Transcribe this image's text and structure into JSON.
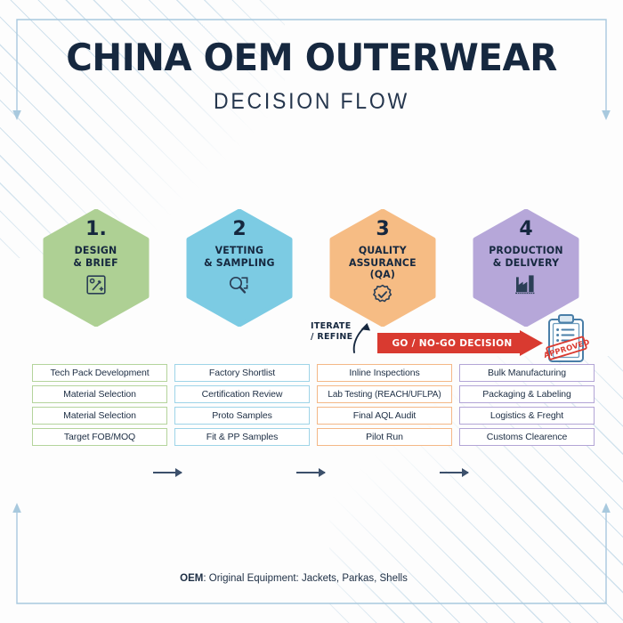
{
  "header": {
    "title": "CHINA OEM OUTERWEAR",
    "subtitle": "DECISION FLOW"
  },
  "colors": {
    "navy": "#16283f",
    "green": "#aed094",
    "blue": "#7ccbe3",
    "orange": "#f6bc84",
    "purple": "#b6a7d9",
    "red": "#d93a30",
    "frame_blue": "#a8c9de"
  },
  "flow": {
    "steps": [
      {
        "number": "1.",
        "label": "DESIGN\n& BRIEF",
        "label_lines": [
          "DESIGN",
          "& BRIEF"
        ],
        "color": "#aed094",
        "icon": "design-sketch-icon"
      },
      {
        "number": "2",
        "label": "VETTING\n& SAMPLING",
        "label_lines": [
          "VETTING",
          "& SAMPLING"
        ],
        "color": "#7ccbe3",
        "icon": "magnifier-search-icon"
      },
      {
        "number": "3",
        "label": "QUALITY\nASSURANCE\n(QA)",
        "label_lines": [
          "QUALITY",
          "ASSURANCE",
          "(QA)"
        ],
        "color": "#f6bc84",
        "icon": "check-badge-icon"
      },
      {
        "number": "4",
        "label": "PRODUCTION\n& DELIVERY",
        "label_lines": [
          "PRODUCTION",
          "& DELIVERY"
        ],
        "color": "#b6a7d9",
        "icon": "factory-icon"
      }
    ],
    "iterate_lines": [
      "ITERATE",
      "/ REFINE"
    ],
    "go_no_go_label": "GO / NO-GO DECISION",
    "stamp_label": "APPROVED"
  },
  "columns": [
    {
      "accent": "#b4d49c",
      "items": [
        "Tech Pack Development",
        "Material Selection",
        "Material Selection",
        "Target FOB/MOQ"
      ]
    },
    {
      "accent": "#9ed4e8",
      "items": [
        "Factory Shortlist",
        "Certification Review",
        "Proto Samples",
        "Fit & PP Samples"
      ]
    },
    {
      "accent": "#f4b887",
      "items": [
        "Inline Inspections",
        "Lab Testing (REACH/UFLPA)",
        "Final AQL Audit",
        "Pilot Run"
      ]
    },
    {
      "accent": "#b3a5d6",
      "items": [
        "Bulk Manufacturing",
        "Packaging & Labeling",
        "Logistics & Freght",
        "Customs Clearence"
      ]
    }
  ],
  "footnote": {
    "bold": "OEM",
    "rest": ": Original Equipment: Jackets, Parkas, Shells"
  }
}
